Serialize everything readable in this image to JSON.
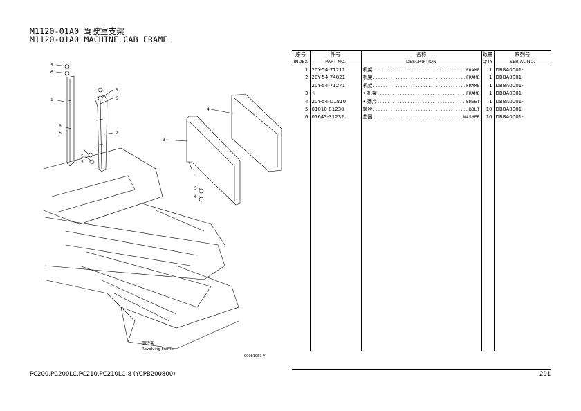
{
  "header": {
    "title_cn": "M1120-01A0 驾驶室支架",
    "title_en": "M1120-01A0 MACHINE CAB FRAME"
  },
  "table": {
    "headers": [
      {
        "cn": "序号",
        "en": "INDEX"
      },
      {
        "cn": "件号",
        "en": "PART NO."
      },
      {
        "cn": "名称",
        "en": "DESCRIPTION"
      },
      {
        "cn": "数量",
        "en": "Q'TY"
      },
      {
        "cn": "系列号",
        "en": "SERIAL NO."
      }
    ],
    "rows": [
      {
        "index": "1",
        "part_no": "20Y-54-71211",
        "desc_cn": "机架",
        "desc_en": "FRAME",
        "qty": "1",
        "serial": "DBBA0001-"
      },
      {
        "index": "2",
        "part_no": "20Y-54-74821",
        "desc_cn": "机架",
        "desc_en": "FRAME",
        "qty": "1",
        "serial": "DBBA0001-"
      },
      {
        "index": "",
        "part_no": "20Y-54-71271",
        "desc_cn": "机架",
        "desc_en": "FRAME",
        "qty": "1",
        "serial": "DBBA0001-"
      },
      {
        "index": "3",
        "part_no": "☆",
        "desc_cn": "• 机架",
        "desc_en": "FRAME",
        "qty": "1",
        "serial": "DBBA0001-"
      },
      {
        "index": "4",
        "part_no": "20Y-54-D1810",
        "desc_cn": "• 薄片",
        "desc_en": "SHEET",
        "qty": "1",
        "serial": "DBBA0001-"
      },
      {
        "index": "5",
        "part_no": "01010-81230",
        "desc_cn": "螺栓",
        "desc_en": "BOLT",
        "qty": "10",
        "serial": "DBBA0001-"
      },
      {
        "index": "6",
        "part_no": "01643-31232",
        "desc_cn": "垫圈",
        "desc_en": "WASHER",
        "qty": "10",
        "serial": "DBBA0001-"
      }
    ]
  },
  "drawing": {
    "callouts": [
      "5",
      "6",
      "1",
      "5",
      "6",
      "2",
      "6",
      "5",
      "4",
      "3",
      "5",
      "6",
      "5",
      "6"
    ],
    "label_cn": "回转架",
    "label_en": "Revolving Frame",
    "figure_code": "00081957-V"
  },
  "footer": {
    "models": "PC200,PC200LC,PC210,PC210LC-8 (YCPB200800)",
    "page": "291"
  }
}
